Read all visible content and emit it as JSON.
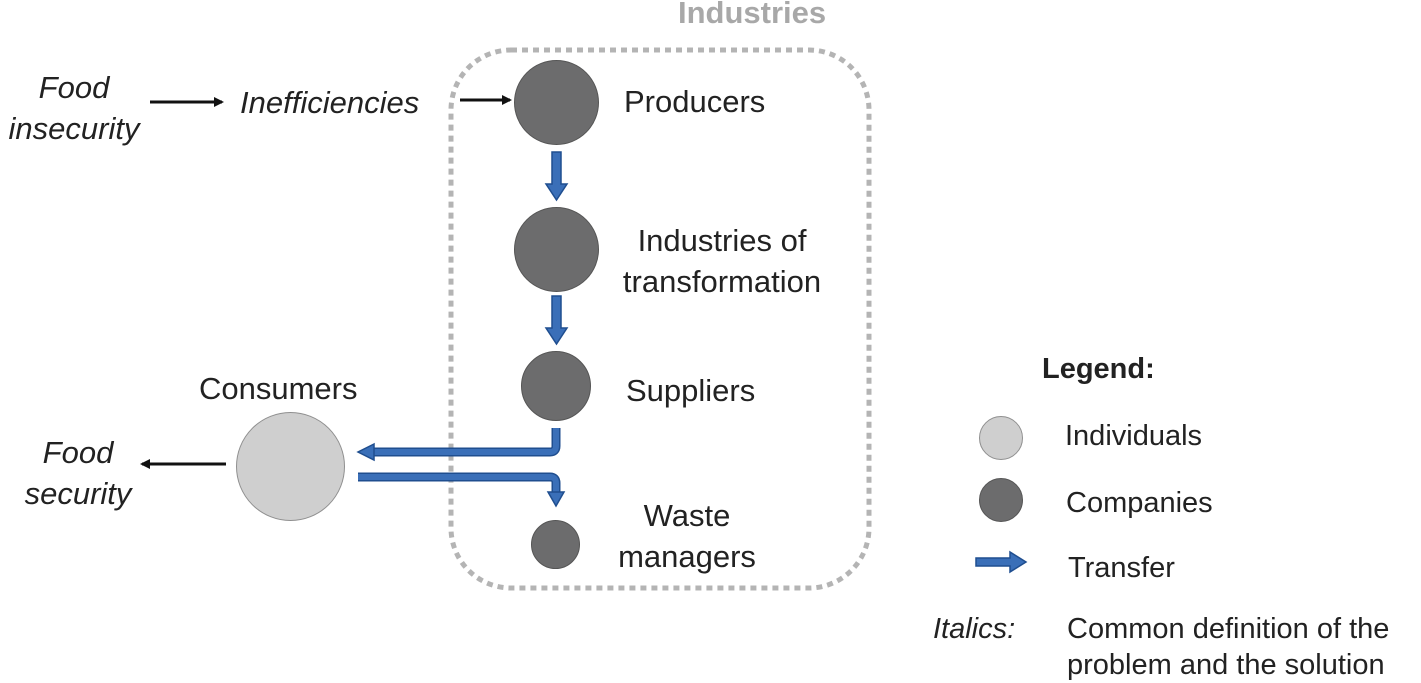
{
  "group": {
    "label": "Industries"
  },
  "nodes": {
    "producers": "Producers",
    "transformation": [
      "Industries of",
      "transformation"
    ],
    "suppliers": "Suppliers",
    "waste": [
      "Waste",
      "managers"
    ],
    "consumers": "Consumers"
  },
  "problem": {
    "food_insecurity": [
      "Food",
      "insecurity"
    ],
    "inefficiencies": "Inefficiencies"
  },
  "solution": {
    "food_security": [
      "Food",
      "security"
    ]
  },
  "legend": {
    "title": "Legend:",
    "individuals": "Individuals",
    "companies": "Companies",
    "transfer": "Transfer",
    "italics_key": "Italics:",
    "italics_desc": [
      "Common definition of the",
      "problem and the solution"
    ]
  },
  "colors": {
    "company": "#6c6c6d",
    "individual": "#cfcfcf",
    "transfer": "#3a6fb8",
    "group_border": "#b4b4b4",
    "group_label": "#a8a8a8"
  }
}
